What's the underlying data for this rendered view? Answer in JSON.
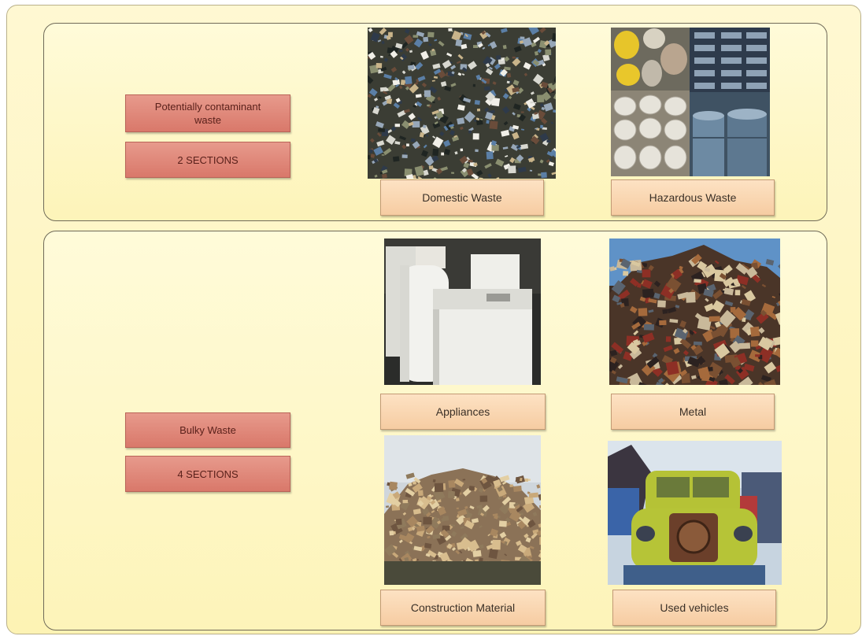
{
  "groups": [
    {
      "category": "Potentially contaminant waste",
      "sections": "2 SECTIONS",
      "items": [
        "Domestic Waste",
        "Hazardous Waste"
      ]
    },
    {
      "category": "Bulky Waste",
      "sections": "4 SECTIONS",
      "items": [
        "Appliances",
        "Metal",
        "Construction Material",
        "Used vehicles"
      ]
    }
  ]
}
